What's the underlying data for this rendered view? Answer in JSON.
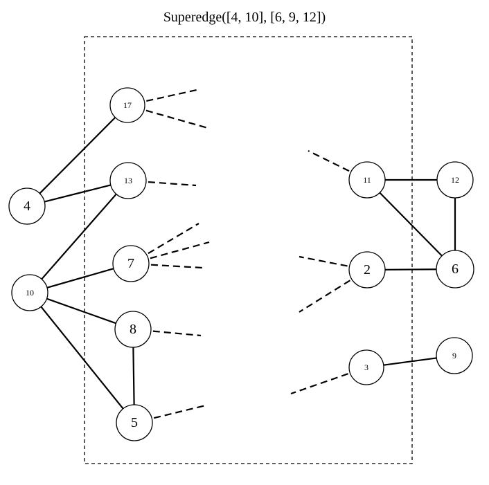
{
  "title": "Superedge([4, 10], [6, 9, 12])",
  "nodes": [
    {
      "id": "17",
      "label": "17",
      "inside_box": true
    },
    {
      "id": "13",
      "label": "13",
      "inside_box": true
    },
    {
      "id": "7",
      "label": "7",
      "inside_box": true
    },
    {
      "id": "8",
      "label": "8",
      "inside_box": true
    },
    {
      "id": "5",
      "label": "5",
      "inside_box": true
    },
    {
      "id": "11",
      "label": "11",
      "inside_box": true
    },
    {
      "id": "2",
      "label": "2",
      "inside_box": true
    },
    {
      "id": "3",
      "label": "3",
      "inside_box": true
    },
    {
      "id": "4",
      "label": "4",
      "inside_box": false
    },
    {
      "id": "10",
      "label": "10",
      "inside_box": false
    },
    {
      "id": "12",
      "label": "12",
      "inside_box": false
    },
    {
      "id": "6",
      "label": "6",
      "inside_box": false
    },
    {
      "id": "9",
      "label": "9",
      "inside_box": false
    }
  ],
  "edges": [
    [
      "4",
      "17"
    ],
    [
      "4",
      "13"
    ],
    [
      "10",
      "13"
    ],
    [
      "10",
      "7"
    ],
    [
      "10",
      "8"
    ],
    [
      "10",
      "5"
    ],
    [
      "8",
      "5"
    ],
    [
      "11",
      "12"
    ],
    [
      "11",
      "6"
    ],
    [
      "12",
      "6"
    ],
    [
      "2",
      "6"
    ],
    [
      "3",
      "9"
    ]
  ],
  "dangling_edge_counts": {
    "17": 2,
    "13": 1,
    "7": 3,
    "8": 1,
    "5": 1,
    "11": 1,
    "2": 2,
    "3": 1
  }
}
